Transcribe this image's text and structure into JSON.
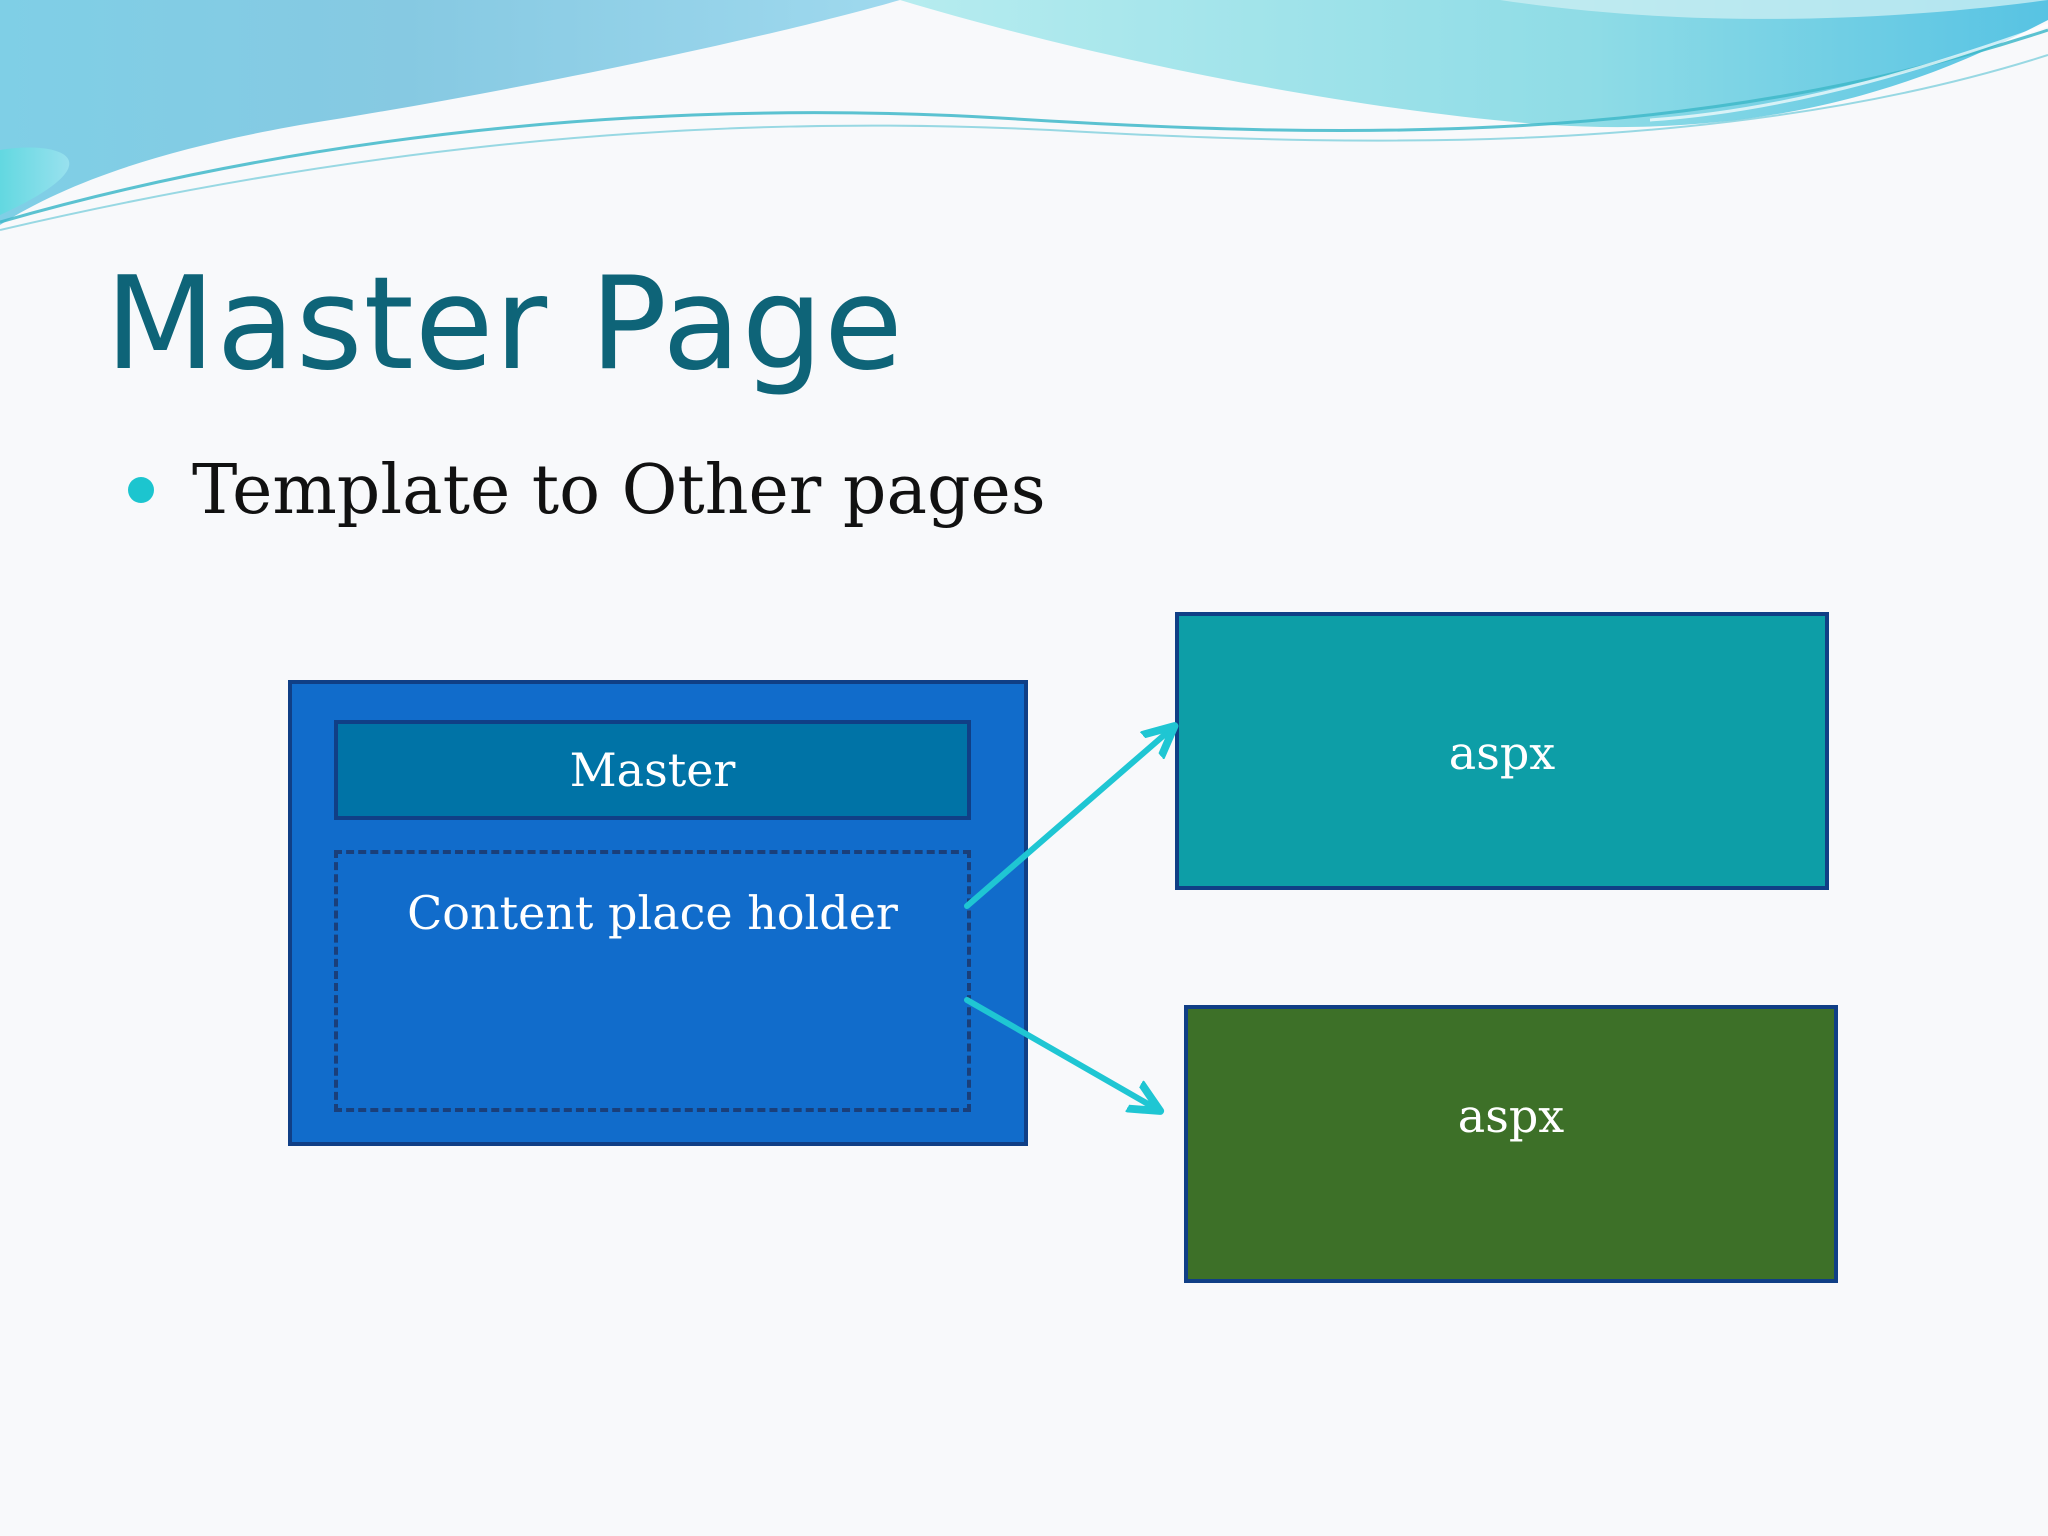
{
  "slide": {
    "title": "Master Page",
    "bullet": "Template to Other pages"
  },
  "diagram": {
    "master_label": "Master",
    "placeholder_label": "Content place holder",
    "page_top_label": "aspx",
    "page_bottom_label": "aspx"
  },
  "colors": {
    "title": "#0e6478",
    "bullet_dot": "#1cc5cf",
    "master_outer": "#116ccb",
    "master_bar": "#0073a6",
    "aspx_top": "#0d9ea7",
    "aspx_bottom": "#3d7028",
    "box_border": "#103f86",
    "arrow": "#1fc6d3"
  }
}
